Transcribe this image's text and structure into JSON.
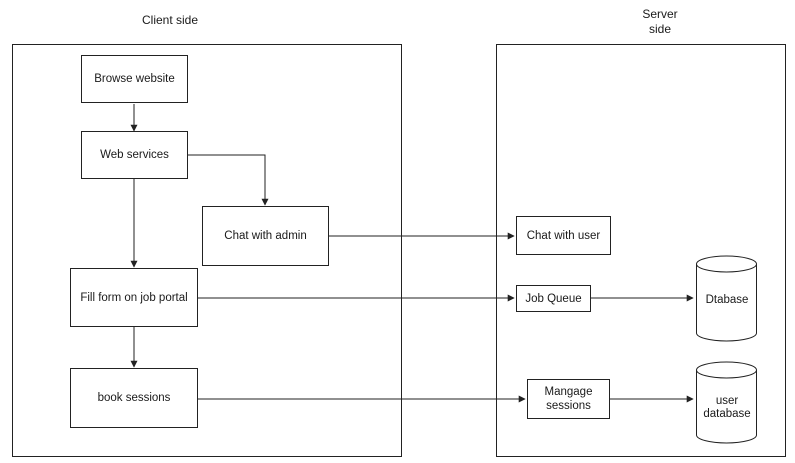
{
  "containers": {
    "client": {
      "title": "Client side"
    },
    "server": {
      "title": "Server\nside"
    }
  },
  "nodes": {
    "browse_website": "Browse website",
    "web_services": "Web services",
    "chat_with_admin": "Chat with admin",
    "fill_form": "Fill form on job portal",
    "book_sessions": "book sessions",
    "chat_with_user": "Chat with user",
    "job_queue": "Job Queue",
    "manage_sessions": "Mangage sessions",
    "database": "Dtabase",
    "user_database": "user database"
  },
  "edges": [
    {
      "from": "Browse website",
      "to": "Web services"
    },
    {
      "from": "Web services",
      "to": "Chat with admin"
    },
    {
      "from": "Web services",
      "to": "Fill form on job portal"
    },
    {
      "from": "Fill form on job portal",
      "to": "book sessions"
    },
    {
      "from": "Chat with admin",
      "to": "Chat with user"
    },
    {
      "from": "Fill form on job portal",
      "to": "Job Queue"
    },
    {
      "from": "Job Queue",
      "to": "Dtabase"
    },
    {
      "from": "book sessions",
      "to": "Mangage sessions"
    },
    {
      "from": "Mangage sessions",
      "to": "user database"
    }
  ],
  "colors": {
    "stroke": "#222222",
    "background": "#ffffff",
    "text": "#1a1a1a"
  }
}
